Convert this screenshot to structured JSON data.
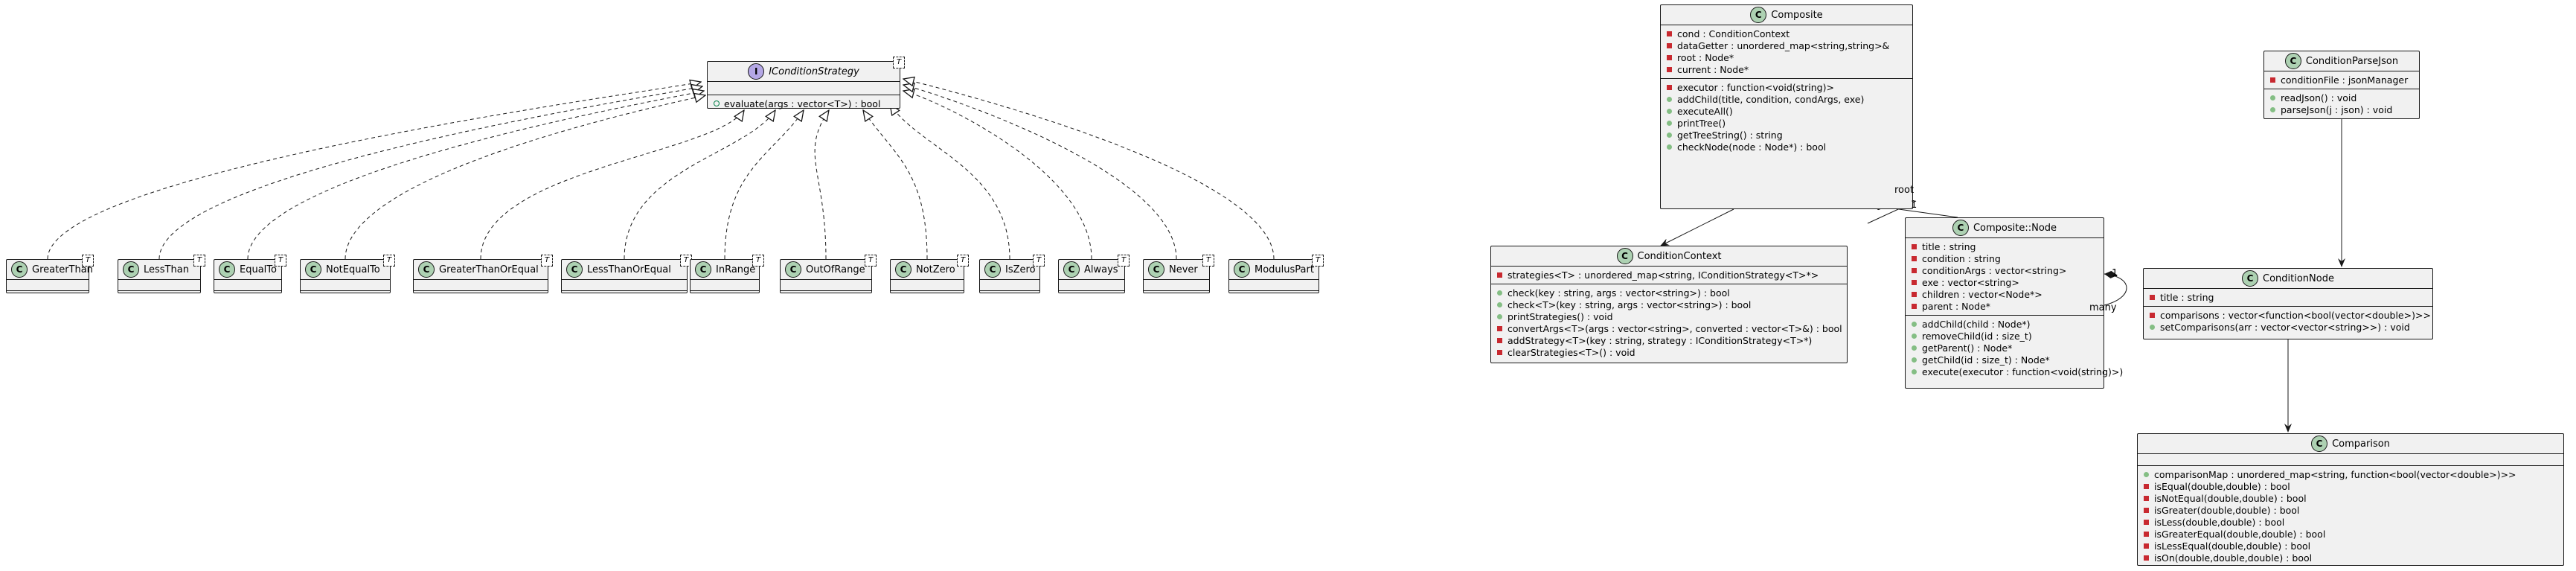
{
  "interface": {
    "name": "IConditionStrategy",
    "template_param": "T",
    "methods": [
      {
        "visibility": "public",
        "text": "evaluate(args : vector<T>) : bool"
      }
    ]
  },
  "strategy_classes": [
    {
      "name": "GreaterThan",
      "template_param": "T"
    },
    {
      "name": "LessThan",
      "template_param": "T"
    },
    {
      "name": "EqualTo",
      "template_param": "T"
    },
    {
      "name": "NotEqualTo",
      "template_param": "T"
    },
    {
      "name": "GreaterThanOrEqual",
      "template_param": "T"
    },
    {
      "name": "LessThanOrEqual",
      "template_param": "T"
    },
    {
      "name": "InRange",
      "template_param": "T"
    },
    {
      "name": "OutOfRange",
      "template_param": "T"
    },
    {
      "name": "NotZero",
      "template_param": "T"
    },
    {
      "name": "IsZero",
      "template_param": "T"
    },
    {
      "name": "Always",
      "template_param": "T"
    },
    {
      "name": "Never",
      "template_param": "T"
    },
    {
      "name": "ModulusPart",
      "template_param": "T"
    }
  ],
  "composite": {
    "name": "Composite",
    "fields": [
      {
        "visibility": "private",
        "text": "cond : ConditionContext"
      },
      {
        "visibility": "private",
        "text": "dataGetter : unordered_map<string,string>&"
      },
      {
        "visibility": "private",
        "text": "root : Node*"
      },
      {
        "visibility": "private",
        "text": "current : Node*"
      }
    ],
    "methods": [
      {
        "visibility": "private",
        "text": "executor : function<void(string)>"
      },
      {
        "visibility": "public",
        "text": "addChild(title, condition, condArgs, exe)"
      },
      {
        "visibility": "public",
        "text": "executeAll()"
      },
      {
        "visibility": "public",
        "text": "printTree()"
      },
      {
        "visibility": "public",
        "text": "getTreeString() : string"
      },
      {
        "visibility": "public",
        "text": "checkNode(node : Node*) : bool"
      }
    ]
  },
  "condition_context": {
    "name": "ConditionContext",
    "fields": [
      {
        "visibility": "private",
        "text": "strategies<T> : unordered_map<string, IConditionStrategy<T>*>"
      }
    ],
    "methods": [
      {
        "visibility": "public",
        "text": "check(key : string, args : vector<string>) : bool"
      },
      {
        "visibility": "public",
        "text": "check<T>(key : string, args : vector<string>) : bool"
      },
      {
        "visibility": "public",
        "text": "printStrategies() : void"
      },
      {
        "visibility": "private",
        "text": "convertArgs<T>(args : vector<string>, converted : vector<T>&) : bool"
      },
      {
        "visibility": "private",
        "text": "addStrategy<T>(key : string, strategy : IConditionStrategy<T>*)"
      },
      {
        "visibility": "private",
        "text": "clearStrategies<T>() : void"
      }
    ]
  },
  "composite_node": {
    "name": "Composite::Node",
    "fields": [
      {
        "visibility": "private",
        "text": "title : string"
      },
      {
        "visibility": "private",
        "text": "condition : string"
      },
      {
        "visibility": "private",
        "text": "conditionArgs : vector<string>"
      },
      {
        "visibility": "private",
        "text": "exe : vector<string>"
      },
      {
        "visibility": "private",
        "text": "children : vector<Node*>"
      },
      {
        "visibility": "private",
        "text": "parent : Node*"
      }
    ],
    "methods": [
      {
        "visibility": "public",
        "text": "addChild(child : Node*)"
      },
      {
        "visibility": "public",
        "text": "removeChild(id : size_t)"
      },
      {
        "visibility": "public",
        "text": "getParent() : Node*"
      },
      {
        "visibility": "public",
        "text": "getChild(id : size_t) : Node*"
      },
      {
        "visibility": "public",
        "text": "execute(executor : function<void(string)>)"
      }
    ]
  },
  "condition_parse_json": {
    "name": "ConditionParseJson",
    "fields": [
      {
        "visibility": "private",
        "text": "conditionFile : jsonManager"
      }
    ],
    "methods": [
      {
        "visibility": "public",
        "text": "readJson() : void"
      },
      {
        "visibility": "public",
        "text": "parseJson(j : json) : void"
      }
    ]
  },
  "condition_node": {
    "name": "ConditionNode",
    "fields": [
      {
        "visibility": "private",
        "text": "title : string"
      }
    ],
    "methods": [
      {
        "visibility": "private",
        "text": "comparisons : vector<function<bool(vector<double>)>>"
      },
      {
        "visibility": "public",
        "text": "setComparisons(arr : vector<vector<string>>) : void"
      }
    ]
  },
  "comparison": {
    "name": "Comparison",
    "methods": [
      {
        "visibility": "public",
        "text": "comparisonMap : unordered_map<string, function<bool(vector<double>)>>"
      },
      {
        "visibility": "private",
        "text": "isEqual(double,double) : bool"
      },
      {
        "visibility": "private",
        "text": "isNotEqual(double,double) : bool"
      },
      {
        "visibility": "private",
        "text": "isGreater(double,double) : bool"
      },
      {
        "visibility": "private",
        "text": "isLess(double,double) : bool"
      },
      {
        "visibility": "private",
        "text": "isGreaterEqual(double,double) : bool"
      },
      {
        "visibility": "private",
        "text": "isLessEqual(double,double) : bool"
      },
      {
        "visibility": "private",
        "text": "isOn(double,double,double) : bool"
      }
    ]
  },
  "edge_labels": {
    "root_role": "root",
    "root_mult": "1",
    "self_mult_one": "1",
    "self_mult_many": "many"
  },
  "icons": {
    "class_badge": "C",
    "interface_badge": "I"
  },
  "colors": {
    "class_badge": "#ADD1B2",
    "interface_badge": "#B4A7E5",
    "line": "#181818",
    "box_fill": "#F1F1F1",
    "private_marker": "#C82930",
    "public_marker": "#038048"
  }
}
